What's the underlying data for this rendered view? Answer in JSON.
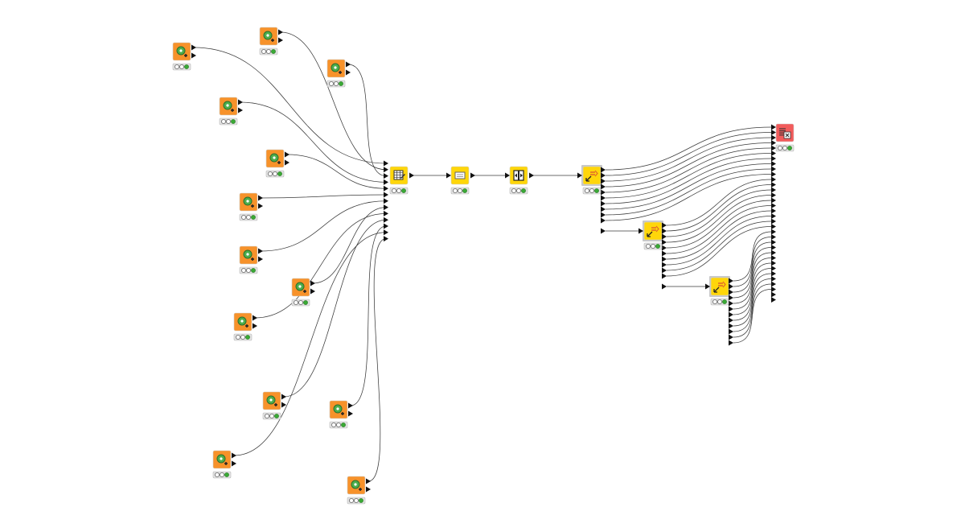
{
  "workflow": {
    "colors": {
      "source": "#f7922a",
      "manipulator": "#ffd60a",
      "loop_end": "#f25b5b",
      "status_ok": "#3aaa35",
      "connection": "#3a3a3a"
    },
    "nodes": [
      {
        "id": "src-1",
        "kind": "source",
        "icon": "data-generator-icon",
        "status": "executed"
      },
      {
        "id": "src-2",
        "kind": "source",
        "icon": "data-generator-icon",
        "status": "executed"
      },
      {
        "id": "src-3",
        "kind": "source",
        "icon": "data-generator-icon",
        "status": "executed"
      },
      {
        "id": "src-4",
        "kind": "source",
        "icon": "data-generator-icon",
        "status": "executed"
      },
      {
        "id": "src-5",
        "kind": "source",
        "icon": "data-generator-icon",
        "status": "executed"
      },
      {
        "id": "src-6",
        "kind": "source",
        "icon": "data-generator-icon",
        "status": "executed"
      },
      {
        "id": "src-7",
        "kind": "source",
        "icon": "data-generator-icon",
        "status": "executed"
      },
      {
        "id": "src-8",
        "kind": "source",
        "icon": "data-generator-icon",
        "status": "executed"
      },
      {
        "id": "src-9",
        "kind": "source",
        "icon": "data-generator-icon",
        "status": "executed"
      },
      {
        "id": "src-10",
        "kind": "source",
        "icon": "data-generator-icon",
        "status": "executed"
      },
      {
        "id": "src-11",
        "kind": "source",
        "icon": "data-generator-icon",
        "status": "executed"
      },
      {
        "id": "src-12",
        "kind": "source",
        "icon": "data-generator-icon",
        "status": "executed"
      },
      {
        "id": "src-13",
        "kind": "source",
        "icon": "data-generator-icon",
        "status": "executed"
      },
      {
        "id": "concatenate",
        "kind": "manipulator",
        "icon": "table-concatenate-icon",
        "status": "executed"
      },
      {
        "id": "transform",
        "kind": "manipulator",
        "icon": "table-transform-icon",
        "status": "executed"
      },
      {
        "id": "column-op",
        "kind": "manipulator",
        "icon": "column-split-icon",
        "status": "executed"
      },
      {
        "id": "splitter-1",
        "kind": "manipulator",
        "icon": "splitter-icon",
        "status": "executed"
      },
      {
        "id": "splitter-2",
        "kind": "manipulator",
        "icon": "splitter-icon",
        "status": "executed"
      },
      {
        "id": "splitter-3",
        "kind": "manipulator",
        "icon": "splitter-icon",
        "status": "executed"
      },
      {
        "id": "excel-writer",
        "kind": "loop_end",
        "icon": "excel-writer-icon",
        "status": "executed"
      }
    ]
  }
}
